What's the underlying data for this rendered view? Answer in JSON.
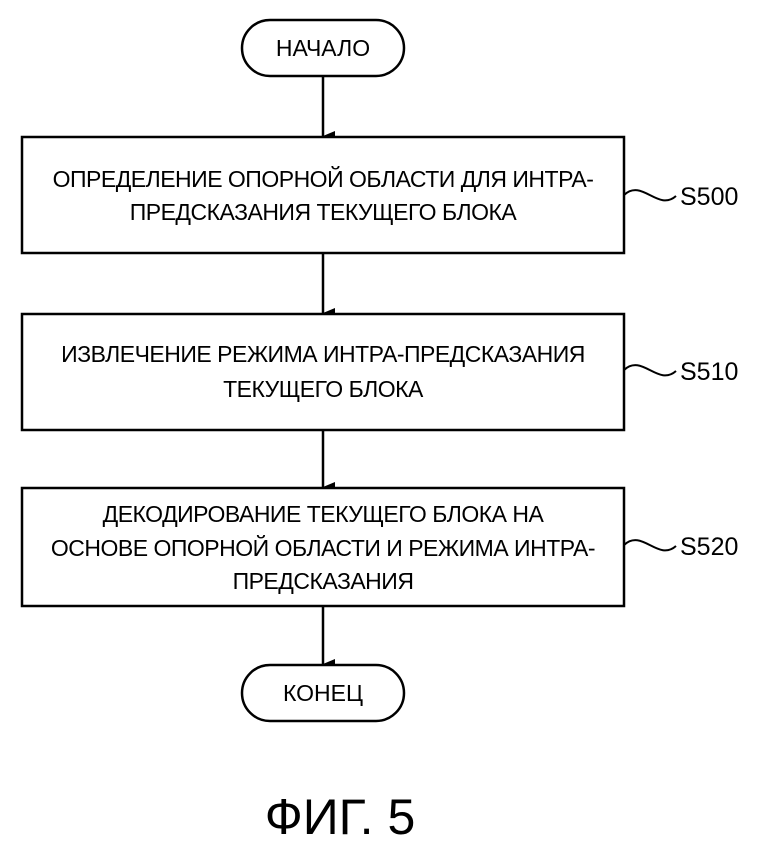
{
  "start": {
    "label": "НАЧАЛО"
  },
  "end": {
    "label": "КОНЕЦ"
  },
  "steps": [
    {
      "id": "S500",
      "lines": [
        "ОПРЕДЕЛЕНИЕ ОПОРНОЙ ОБЛАСТИ ДЛЯ ИНТРА-",
        "ПРЕДСКАЗАНИЯ ТЕКУЩЕГО БЛОКА"
      ]
    },
    {
      "id": "S510",
      "lines": [
        "ИЗВЛЕЧЕНИЕ РЕЖИМА ИНТРА-ПРЕДСКАЗАНИЯ",
        "ТЕКУЩЕГО БЛОКА"
      ]
    },
    {
      "id": "S520",
      "lines": [
        "ДЕКОДИРОВАНИЕ ТЕКУЩЕГО БЛОКА НА",
        "ОСНОВЕ ОПОРНОЙ ОБЛАСТИ И РЕЖИМА ИНТРА-",
        "ПРЕДСКАЗАНИЯ"
      ]
    }
  ],
  "figure": {
    "caption": "ФИГ. 5"
  }
}
